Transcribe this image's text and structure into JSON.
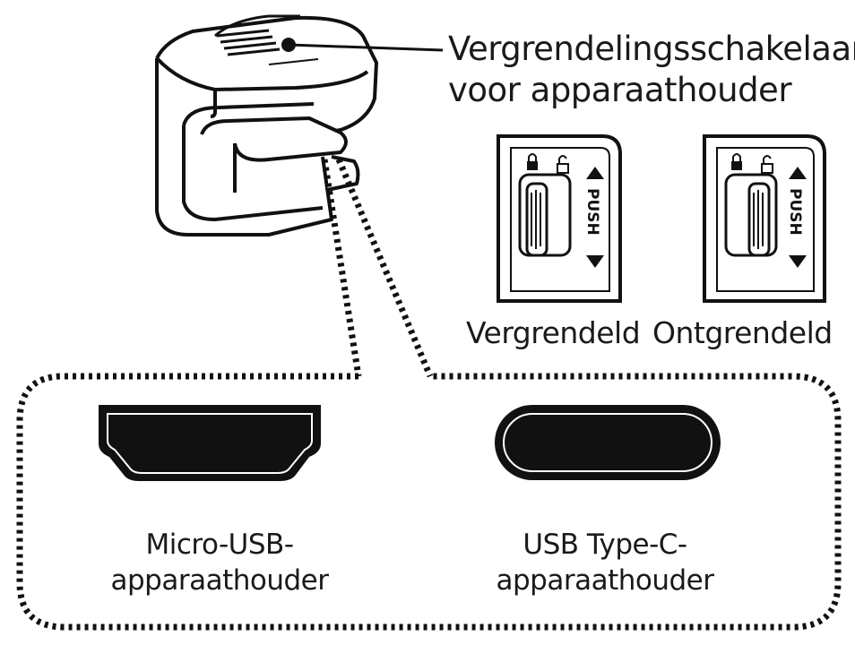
{
  "callout": {
    "line1": "Vergrendelingsschakelaar",
    "line2": "voor apparaathouder"
  },
  "lock_states": [
    {
      "label": "Vergrendeld",
      "switch_text": "PUSH"
    },
    {
      "label": "Ontgrendeld",
      "switch_text": "PUSH"
    }
  ],
  "ports": [
    {
      "line1": "Micro-USB-",
      "line2": "apparaathouder"
    },
    {
      "line1": "USB Type-C-",
      "line2": "apparaathouder"
    }
  ],
  "colors": {
    "ink": "#111111",
    "background": "#ffffff"
  }
}
